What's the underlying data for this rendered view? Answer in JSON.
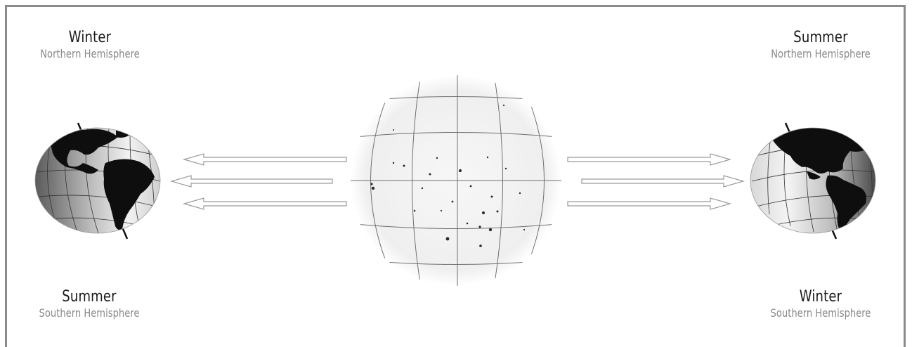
{
  "labels": {
    "top_left": {
      "season": "Winter",
      "hemisphere": "Northern Hemisphere"
    },
    "bottom_left": {
      "season": "Summer",
      "hemisphere": "Southern Hemisphere"
    },
    "top_right": {
      "season": "Summer",
      "hemisphere": "Northern Hemisphere"
    },
    "bottom_right": {
      "season": "Winter",
      "hemisphere": "Southern Hemisphere"
    }
  },
  "colors": {
    "frame": "#8a8a8a",
    "season_text": "#1a1a1a",
    "hemisphere_text": "#8a8a8a",
    "arrow_stroke": "#999999"
  },
  "icons": {
    "sun": "sun-sphere",
    "earth_left": "earth-globe-south-facing",
    "earth_right": "earth-globe-north-facing"
  }
}
